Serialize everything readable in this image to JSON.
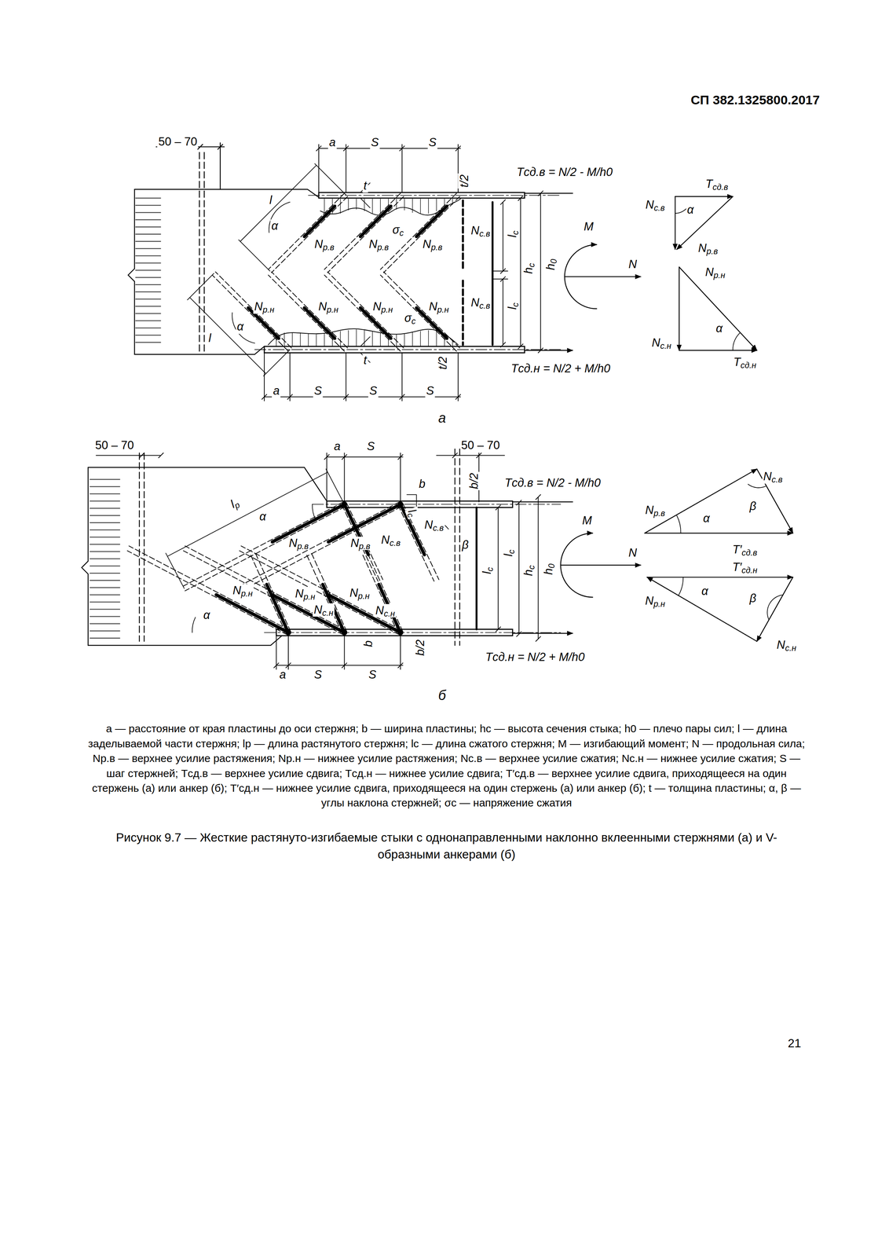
{
  "diagram": {
    "caption": "Рисунок 9.7 — Жесткие растянуто-изгибаемые стыки с однонаправленными наклонно вклеенными стержнями (а) и V-образными анкерами (б)",
    "labels": [
      "СП 382.1325800.2017",
      "50 – 70",
      "a",
      "S",
      "S",
      "Tсд.в = N/2 - M/h0",
      "l",
      "t",
      "t/2",
      "α",
      "σc",
      "Nр.в",
      "Nр.в",
      "Nр.в",
      "Nс.в",
      "lc",
      "hc",
      "h0",
      "M",
      "N",
      "Tсд.в",
      "Nс.в",
      "α",
      "Nр.в",
      "Nр.н",
      "Nр.н",
      "Nр.н",
      "Nр.н",
      "Nр.н",
      "Nс.в",
      "lc",
      "σc",
      "l",
      "α",
      "α",
      "Nс.н",
      "t",
      "t/2",
      "Tсд.н",
      "Tсд.н = N/2 + M/h0",
      "a",
      "S",
      "S",
      "S",
      "а",
      "50 – 70",
      "a",
      "S",
      "50 – 70",
      "b",
      "b/2",
      "Tсд.в = N/2 - M/h0",
      "Nс.в",
      "lр",
      "α",
      "Nр.в",
      "α",
      "β",
      "M",
      "lс",
      "Nс.в",
      "Nр.в",
      "Nр.в",
      "Nс.в",
      "β",
      "lc",
      "lc",
      "hc",
      "h0",
      "N",
      "T′сд.в",
      "T′сд.н",
      "α",
      "β",
      "Nр.н",
      "Nр.н",
      "Nр.н",
      "Nр.н",
      "Nс.н",
      "Nс.н",
      "α",
      "Nс.н",
      "b",
      "b/2",
      "Tсд.н = N/2 + M/h0",
      "a",
      "S",
      "S",
      "б",
      "а — расстояние от края пластины до оси стержня; b — ширина пластины; hc — высота сечения стыка; h0 — плечо пары сил; l — длина заделываемой части стержня; lр — длина растянутого стержня; lс — длина сжатого стержня; M — изгибающий момент; N — продольная сила; Nр.в — верхнее усилие растяжения; Nр.н — нижнее усилие растяжения; Nс.в — верхнее усилие сжатия; Nс.н — нижнее усилие сжатия; S — шаг стержней; Tсд.в — верхнее усилие сдвига; Tсд.н — нижнее усилие сдвига; T′сд.в — верхнее усилие сдвига, приходящееся на один стержень (а) или анкер (б); T′сд.н — нижнее усилие сдвига, приходящееся на один стержень (а) или анкер (б); t — толщина пластины; α, β — углы наклона стержней; σс — напряжение сжатия",
      "21"
    ]
  }
}
